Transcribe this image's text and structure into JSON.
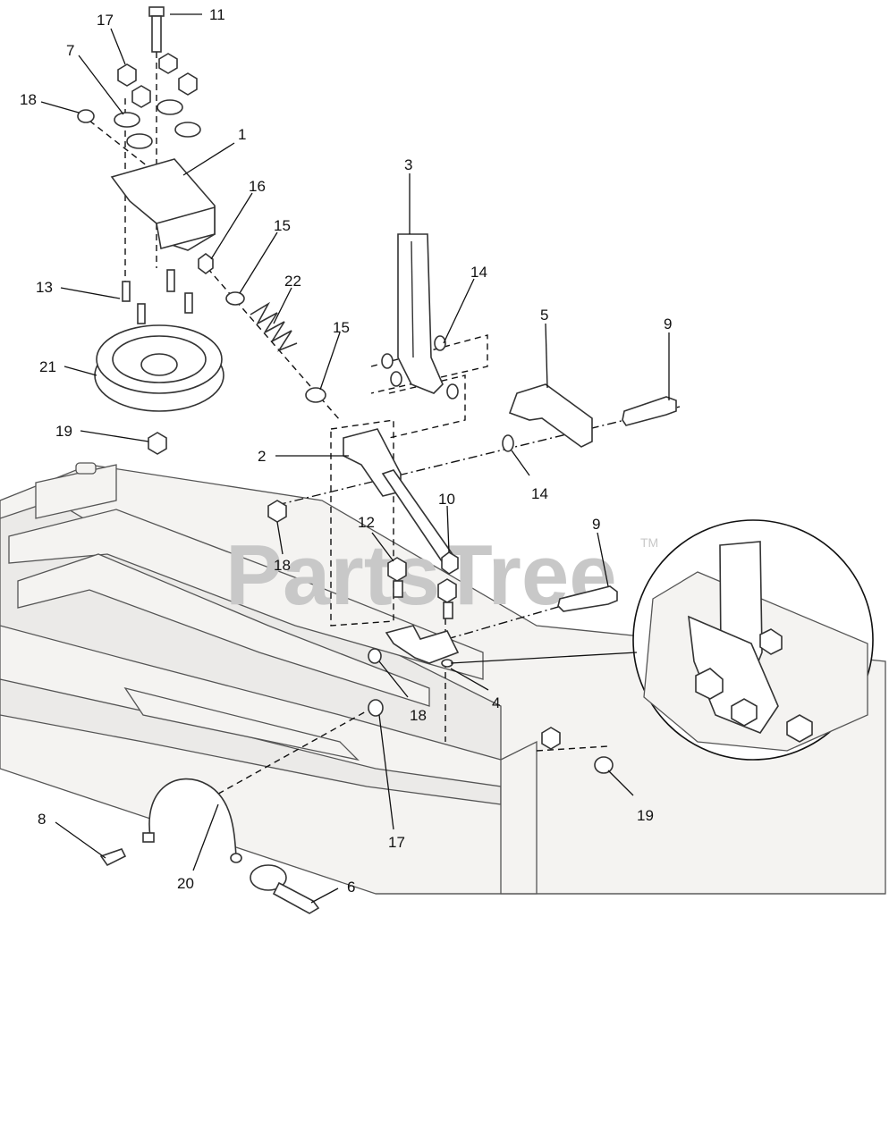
{
  "watermark": {
    "text": "PartsTree",
    "trademark": "TM"
  },
  "callouts": [
    {
      "id": "c-11a",
      "text": "11"
    },
    {
      "id": "c-17a",
      "text": "17"
    },
    {
      "id": "c-7",
      "text": "7"
    },
    {
      "id": "c-18a",
      "text": "18"
    },
    {
      "id": "c-1",
      "text": "1"
    },
    {
      "id": "c-16",
      "text": "16"
    },
    {
      "id": "c-15a",
      "text": "15"
    },
    {
      "id": "c-22",
      "text": "22"
    },
    {
      "id": "c-13",
      "text": "13"
    },
    {
      "id": "c-15b",
      "text": "15"
    },
    {
      "id": "c-21",
      "text": "21"
    },
    {
      "id": "c-19a",
      "text": "19"
    },
    {
      "id": "c-3",
      "text": "3"
    },
    {
      "id": "c-14a",
      "text": "14"
    },
    {
      "id": "c-5",
      "text": "5"
    },
    {
      "id": "c-9a",
      "text": "9"
    },
    {
      "id": "c-2",
      "text": "2"
    },
    {
      "id": "c-14b",
      "text": "14"
    },
    {
      "id": "c-10",
      "text": "10"
    },
    {
      "id": "c-12",
      "text": "12"
    },
    {
      "id": "c-18b",
      "text": "18"
    },
    {
      "id": "c-9b",
      "text": "9"
    },
    {
      "id": "c-18c",
      "text": "18"
    },
    {
      "id": "c-4",
      "text": "4"
    },
    {
      "id": "c-17b",
      "text": "17"
    },
    {
      "id": "c-19b",
      "text": "19"
    },
    {
      "id": "c-8",
      "text": "8"
    },
    {
      "id": "c-20",
      "text": "20"
    },
    {
      "id": "c-6",
      "text": "6"
    }
  ]
}
